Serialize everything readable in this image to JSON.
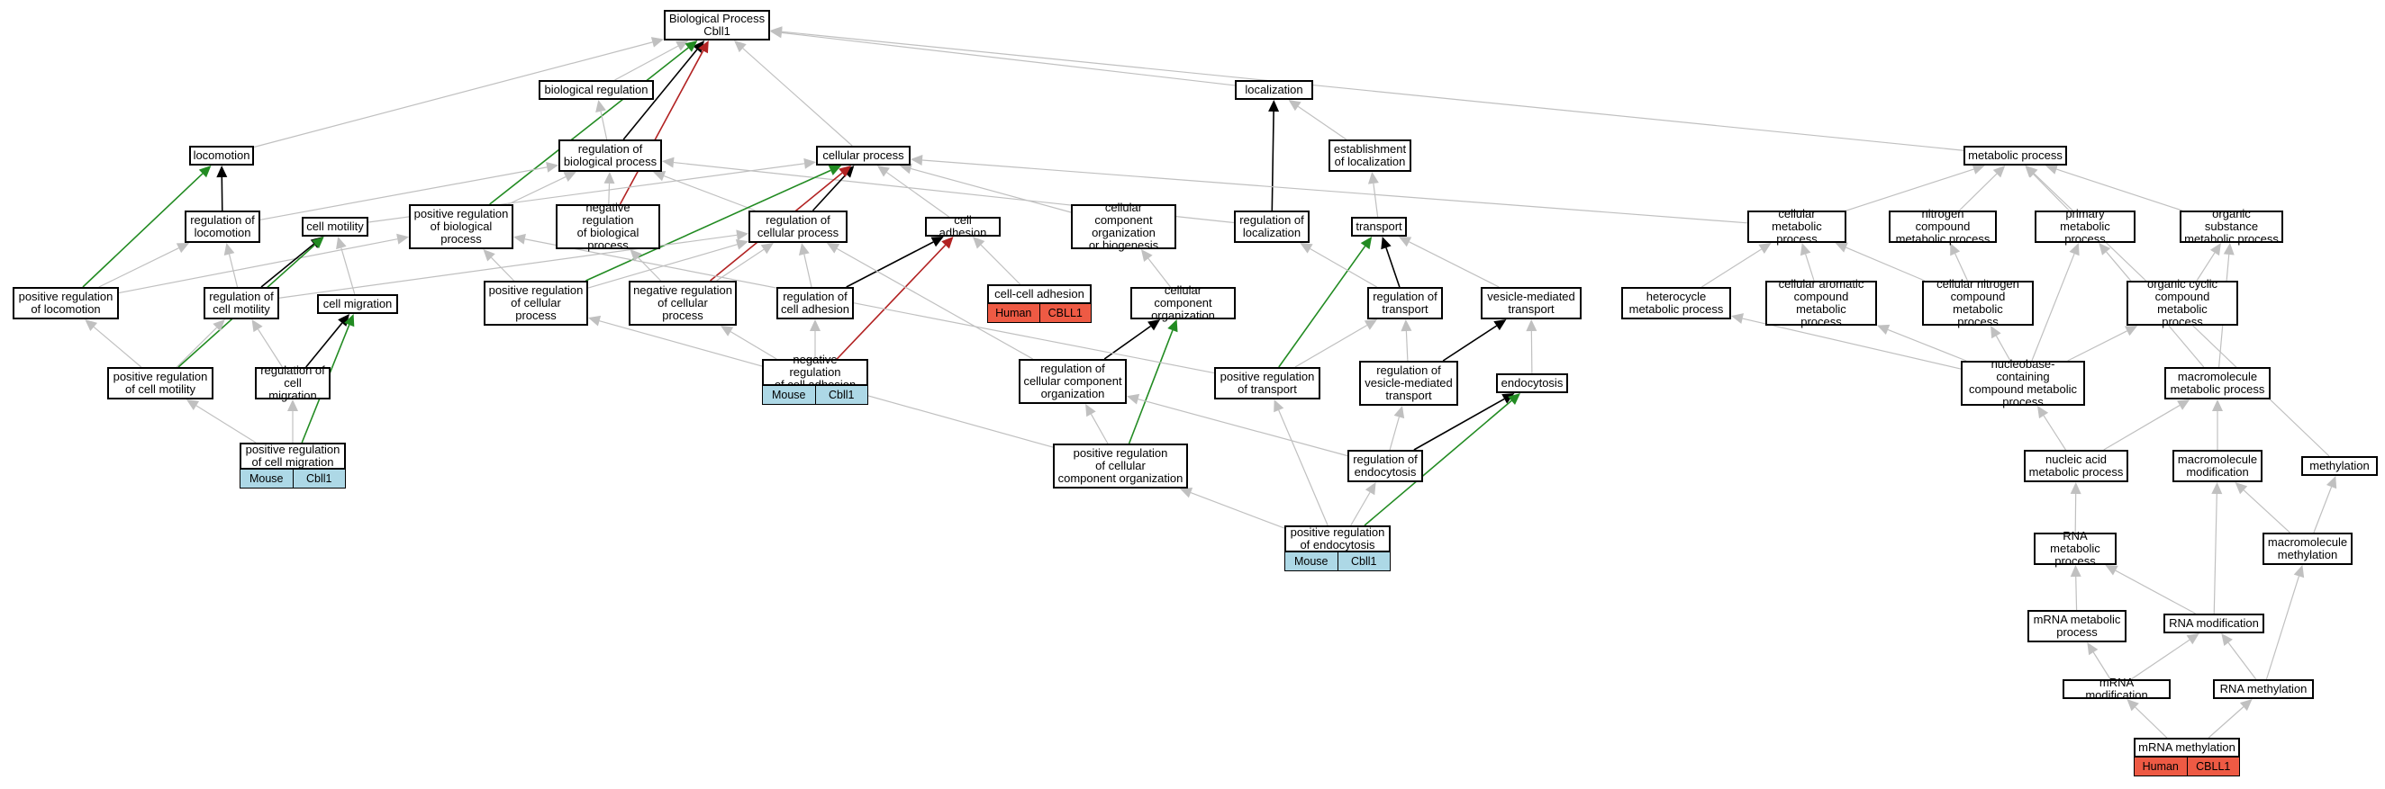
{
  "nodes": [
    {
      "id": "bp",
      "label": "Biological Process\nCbll1"
    },
    {
      "id": "breg",
      "label": "biological regulation"
    },
    {
      "id": "loc",
      "label": "localization"
    },
    {
      "id": "locom",
      "label": "locomotion"
    },
    {
      "id": "rbp",
      "label": "regulation of\nbiological process"
    },
    {
      "id": "cp",
      "label": "cellular process"
    },
    {
      "id": "estloc",
      "label": "establishment\nof localization"
    },
    {
      "id": "mp",
      "label": "metabolic process"
    },
    {
      "id": "rlocom",
      "label": "regulation of\nlocomotion"
    },
    {
      "id": "cmot",
      "label": "cell motility"
    },
    {
      "id": "prbp",
      "label": "positive regulation\nof biological\nprocess"
    },
    {
      "id": "nrbp",
      "label": "negative regulation\nof biological\nprocess"
    },
    {
      "id": "rcp",
      "label": "regulation of\ncellular process"
    },
    {
      "id": "cadh",
      "label": "cell adhesion"
    },
    {
      "id": "ccob",
      "label": "cellular component\norganization\nor biogenesis"
    },
    {
      "id": "rloc",
      "label": "regulation of\nlocalization"
    },
    {
      "id": "transport",
      "label": "transport"
    },
    {
      "id": "cmet",
      "label": "cellular metabolic\nprocess"
    },
    {
      "id": "ncmp",
      "label": "nitrogen compound\nmetabolic process"
    },
    {
      "id": "pmp",
      "label": "primary metabolic\nprocess"
    },
    {
      "id": "osmp",
      "label": "organic substance\nmetabolic process"
    },
    {
      "id": "prlocom",
      "label": "positive regulation\nof locomotion"
    },
    {
      "id": "rcmot",
      "label": "regulation of\ncell motility"
    },
    {
      "id": "cmig",
      "label": "cell migration"
    },
    {
      "id": "prcp",
      "label": "positive regulation\nof cellular\nprocess"
    },
    {
      "id": "nrcp",
      "label": "negative regulation\nof cellular\nprocess"
    },
    {
      "id": "rcadh",
      "label": "regulation of\ncell adhesion"
    },
    {
      "id": "ccadh",
      "label": "cell-cell adhesion"
    },
    {
      "id": "cco",
      "label": "cellular component\norganization"
    },
    {
      "id": "rtrans",
      "label": "regulation of\ntransport"
    },
    {
      "id": "vmt",
      "label": "vesicle-mediated\ntransport"
    },
    {
      "id": "hmp",
      "label": "heterocycle\nmetabolic process"
    },
    {
      "id": "cacmp",
      "label": "cellular aromatic\ncompound metabolic\nprocess"
    },
    {
      "id": "cncmp",
      "label": "cellular nitrogen\ncompound metabolic\nprocess"
    },
    {
      "id": "occmp",
      "label": "organic cyclic\ncompound metabolic\nprocess"
    },
    {
      "id": "prcmot",
      "label": "positive regulation\nof cell motility"
    },
    {
      "id": "rcmig",
      "label": "regulation of\ncell migration"
    },
    {
      "id": "nrcadh",
      "label": "negative regulation\nof cell adhesion"
    },
    {
      "id": "rcco",
      "label": "regulation of\ncellular component\norganization"
    },
    {
      "id": "prtrans",
      "label": "positive regulation\nof transport"
    },
    {
      "id": "rvmt",
      "label": "regulation of\nvesicle-mediated\ntransport"
    },
    {
      "id": "endo",
      "label": "endocytosis"
    },
    {
      "id": "nccmp",
      "label": "nucleobase-containing\ncompound metabolic\nprocess"
    },
    {
      "id": "mmp",
      "label": "macromolecule\nmetabolic process"
    },
    {
      "id": "prcmig",
      "label": "positive regulation\nof cell migration"
    },
    {
      "id": "prcco",
      "label": "positive regulation\nof cellular\ncomponent organization"
    },
    {
      "id": "rendo",
      "label": "regulation of\nendocytosis"
    },
    {
      "id": "namp",
      "label": "nucleic acid\nmetabolic process"
    },
    {
      "id": "mmod",
      "label": "macromolecule\nmodification"
    },
    {
      "id": "meth",
      "label": "methylation"
    },
    {
      "id": "prendo",
      "label": "positive regulation\nof endocytosis"
    },
    {
      "id": "rnamp",
      "label": "RNA metabolic\nprocess"
    },
    {
      "id": "mmeth",
      "label": "macromolecule\nmethylation"
    },
    {
      "id": "mrnamp",
      "label": "mRNA metabolic\nprocess"
    },
    {
      "id": "rnamod",
      "label": "RNA modification"
    },
    {
      "id": "mrnamod",
      "label": "mRNA modification"
    },
    {
      "id": "rnameth",
      "label": "RNA methylation"
    },
    {
      "id": "mrnameth",
      "label": "mRNA methylation"
    }
  ],
  "annotations": [
    {
      "node": "prcmig",
      "species": "Mouse",
      "gene": "Cbll1",
      "species_color": "#add8e6",
      "gene_color": "#add8e6"
    },
    {
      "node": "nrcadh",
      "species": "Mouse",
      "gene": "Cbll1",
      "species_color": "#add8e6",
      "gene_color": "#add8e6"
    },
    {
      "node": "prendo",
      "species": "Mouse",
      "gene": "Cbll1",
      "species_color": "#add8e6",
      "gene_color": "#add8e6"
    },
    {
      "node": "ccadh",
      "species": "Human",
      "gene": "CBLL1",
      "species_color": "#ee5a44",
      "gene_color": "#ee5a44"
    },
    {
      "node": "mrnameth",
      "species": "Human",
      "gene": "CBLL1",
      "species_color": "#ee5a44",
      "gene_color": "#ee5a44"
    }
  ],
  "edge_colors": {
    "is_a": "#c0c0c0",
    "part_of": "#000000",
    "positively_regulates": "#228b22",
    "negatively_regulates": "#b22222"
  },
  "edges": [
    [
      "breg",
      "bp",
      "is_a"
    ],
    [
      "loc",
      "bp",
      "is_a"
    ],
    [
      "locom",
      "bp",
      "is_a"
    ],
    [
      "cp",
      "bp",
      "is_a"
    ],
    [
      "mp",
      "bp",
      "is_a"
    ],
    [
      "rbp",
      "bp",
      "part_of"
    ],
    [
      "prbp",
      "bp",
      "positively_regulates"
    ],
    [
      "nrbp",
      "bp",
      "negatively_regulates"
    ],
    [
      "rbp",
      "breg",
      "is_a"
    ],
    [
      "rloc",
      "loc",
      "part_of"
    ],
    [
      "estloc",
      "loc",
      "is_a"
    ],
    [
      "transport",
      "estloc",
      "is_a"
    ],
    [
      "rlocom",
      "locom",
      "part_of"
    ],
    [
      "prlocom",
      "locom",
      "positively_regulates"
    ],
    [
      "rlocom",
      "rbp",
      "is_a"
    ],
    [
      "prbp",
      "rbp",
      "is_a"
    ],
    [
      "nrbp",
      "rbp",
      "is_a"
    ],
    [
      "rcp",
      "rbp",
      "is_a"
    ],
    [
      "rloc",
      "rbp",
      "is_a"
    ],
    [
      "rcp",
      "cp",
      "part_of"
    ],
    [
      "prcp",
      "cp",
      "positively_regulates"
    ],
    [
      "nrcp",
      "cp",
      "negatively_regulates"
    ],
    [
      "cmot",
      "cp",
      "is_a"
    ],
    [
      "cadh",
      "cp",
      "is_a"
    ],
    [
      "ccob",
      "cp",
      "is_a"
    ],
    [
      "cmet",
      "cp",
      "is_a"
    ],
    [
      "cco",
      "ccob",
      "is_a"
    ],
    [
      "ccadh",
      "cadh",
      "is_a"
    ],
    [
      "rcadh",
      "cadh",
      "part_of"
    ],
    [
      "nrcadh",
      "cadh",
      "negatively_regulates"
    ],
    [
      "rtrans",
      "transport",
      "part_of"
    ],
    [
      "prtrans",
      "transport",
      "positively_regulates"
    ],
    [
      "vmt",
      "transport",
      "is_a"
    ],
    [
      "cmet",
      "mp",
      "is_a"
    ],
    [
      "ncmp",
      "mp",
      "is_a"
    ],
    [
      "pmp",
      "mp",
      "is_a"
    ],
    [
      "osmp",
      "mp",
      "is_a"
    ],
    [
      "prlocom",
      "rlocom",
      "is_a"
    ],
    [
      "prlocom",
      "prbp",
      "is_a"
    ],
    [
      "rcmot",
      "rlocom",
      "is_a"
    ],
    [
      "rcmot",
      "cmot",
      "part_of"
    ],
    [
      "prcmot",
      "cmot",
      "positively_regulates"
    ],
    [
      "cmig",
      "cmot",
      "is_a"
    ],
    [
      "prcmot",
      "rcmot",
      "is_a"
    ],
    [
      "prcmot",
      "prlocom",
      "is_a"
    ],
    [
      "rcmig",
      "rcmot",
      "is_a"
    ],
    [
      "rcmig",
      "cmig",
      "part_of"
    ],
    [
      "prcmig",
      "cmig",
      "positively_regulates"
    ],
    [
      "prcmig",
      "rcmig",
      "is_a"
    ],
    [
      "prcmig",
      "prcmot",
      "is_a"
    ],
    [
      "prcp",
      "prbp",
      "is_a"
    ],
    [
      "prcp",
      "rcp",
      "is_a"
    ],
    [
      "nrcp",
      "nrbp",
      "is_a"
    ],
    [
      "nrcp",
      "rcp",
      "is_a"
    ],
    [
      "rcadh",
      "rcp",
      "is_a"
    ],
    [
      "nrcadh",
      "rcadh",
      "is_a"
    ],
    [
      "nrcadh",
      "nrcp",
      "is_a"
    ],
    [
      "rcmot",
      "rcp",
      "is_a"
    ],
    [
      "rcco",
      "cco",
      "part_of"
    ],
    [
      "prcco",
      "cco",
      "positively_regulates"
    ],
    [
      "rcco",
      "rcp",
      "is_a"
    ],
    [
      "prcco",
      "rcco",
      "is_a"
    ],
    [
      "prcco",
      "prcp",
      "is_a"
    ],
    [
      "rtrans",
      "rloc",
      "is_a"
    ],
    [
      "prtrans",
      "rtrans",
      "is_a"
    ],
    [
      "prtrans",
      "prbp",
      "is_a"
    ],
    [
      "rvmt",
      "rtrans",
      "is_a"
    ],
    [
      "rvmt",
      "vmt",
      "part_of"
    ],
    [
      "endo",
      "vmt",
      "is_a"
    ],
    [
      "rendo",
      "rvmt",
      "is_a"
    ],
    [
      "rendo",
      "endo",
      "part_of"
    ],
    [
      "prendo",
      "endo",
      "positively_regulates"
    ],
    [
      "prendo",
      "rendo",
      "is_a"
    ],
    [
      "prendo",
      "prtrans",
      "is_a"
    ],
    [
      "prendo",
      "prcco",
      "is_a"
    ],
    [
      "rendo",
      "rcco",
      "is_a"
    ],
    [
      "hmp",
      "cmet",
      "is_a"
    ],
    [
      "cacmp",
      "cmet",
      "is_a"
    ],
    [
      "cncmp",
      "cmet",
      "is_a"
    ],
    [
      "cncmp",
      "ncmp",
      "is_a"
    ],
    [
      "occmp",
      "osmp",
      "is_a"
    ],
    [
      "mmp",
      "osmp",
      "is_a"
    ],
    [
      "nccmp",
      "hmp",
      "is_a"
    ],
    [
      "nccmp",
      "cacmp",
      "is_a"
    ],
    [
      "nccmp",
      "cncmp",
      "is_a"
    ],
    [
      "nccmp",
      "occmp",
      "is_a"
    ],
    [
      "nccmp",
      "pmp",
      "is_a"
    ],
    [
      "mmp",
      "pmp",
      "is_a"
    ],
    [
      "namp",
      "nccmp",
      "is_a"
    ],
    [
      "namp",
      "mmp",
      "is_a"
    ],
    [
      "mmod",
      "mmp",
      "is_a"
    ],
    [
      "meth",
      "mp",
      "is_a"
    ],
    [
      "rnamp",
      "namp",
      "is_a"
    ],
    [
      "mmeth",
      "mmod",
      "is_a"
    ],
    [
      "mmeth",
      "meth",
      "is_a"
    ],
    [
      "mrnamp",
      "rnamp",
      "is_a"
    ],
    [
      "rnamod",
      "rnamp",
      "is_a"
    ],
    [
      "rnamod",
      "mmod",
      "is_a"
    ],
    [
      "mrnamod",
      "mrnamp",
      "is_a"
    ],
    [
      "mrnamod",
      "rnamod",
      "is_a"
    ],
    [
      "rnameth",
      "rnamod",
      "is_a"
    ],
    [
      "rnameth",
      "mmeth",
      "is_a"
    ],
    [
      "mrnameth",
      "mrnamod",
      "is_a"
    ],
    [
      "mrnameth",
      "rnameth",
      "is_a"
    ]
  ]
}
